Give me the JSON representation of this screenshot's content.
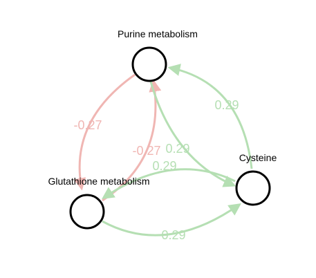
{
  "colors": {
    "positive_edge": "#b5dfb3",
    "negative_edge": "#f0b6b3",
    "node_stroke": "#000000",
    "node_fill": "#ffffff"
  },
  "nodes": [
    {
      "id": "purine",
      "label": "Purine metabolism"
    },
    {
      "id": "glutathione",
      "label": "Glutathione metabolism"
    },
    {
      "id": "cysteine",
      "label": "Cysteine"
    }
  ],
  "edges": [
    {
      "id": "purine-to-glutathione",
      "from": "Purine metabolism",
      "to": "Glutathione metabolism",
      "weight_label": "-0.27",
      "sign": "negative"
    },
    {
      "id": "glutathione-to-purine",
      "from": "Glutathione metabolism",
      "to": "Purine metabolism",
      "weight_label": "-0.27",
      "sign": "negative"
    },
    {
      "id": "cysteine-to-purine",
      "from": "Cysteine",
      "to": "Purine metabolism",
      "weight_label": "0.29",
      "sign": "positive"
    },
    {
      "id": "purine-to-cysteine",
      "from": "Purine metabolism",
      "to": "Cysteine",
      "weight_label": "0.29",
      "sign": "positive"
    },
    {
      "id": "cysteine-to-glutathione",
      "from": "Cysteine",
      "to": "Glutathione metabolism",
      "weight_label": "0.29",
      "sign": "positive"
    },
    {
      "id": "glutathione-to-cysteine",
      "from": "Glutathione metabolism",
      "to": "Cysteine",
      "weight_label": "0.29",
      "sign": "positive"
    }
  ]
}
